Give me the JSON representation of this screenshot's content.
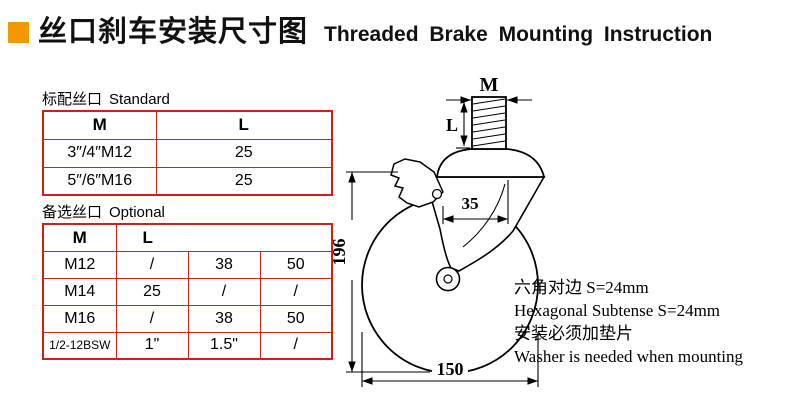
{
  "colors": {
    "accent": "#f39800",
    "table_border": "#cc2115"
  },
  "header": {
    "title_cn": "丝口刹车安装尺寸图",
    "title_en": "Threaded Brake Mounting Instruction"
  },
  "standard": {
    "label_cn": "标配丝口",
    "label_en": "Standard",
    "col_m": "M",
    "col_l": "L",
    "rows": [
      {
        "m": "3″/4″M12",
        "l": "25"
      },
      {
        "m": "5″/6″M16",
        "l": "25"
      }
    ]
  },
  "optional": {
    "label_cn": "备选丝口",
    "label_en": "Optional",
    "col_m": "M",
    "col_l": "L",
    "rows": [
      {
        "m": "M12",
        "l1": "/",
        "l2": "38",
        "l3": "50"
      },
      {
        "m": "M14",
        "l1": "25",
        "l2": "/",
        "l3": "/"
      },
      {
        "m": "M16",
        "l1": "/",
        "l2": "38",
        "l3": "50"
      },
      {
        "m": "1/2-12BSW",
        "l1": "1\"",
        "l2": "1.5\"",
        "l3": "/"
      }
    ]
  },
  "drawing": {
    "dim_thread": "M",
    "dim_stem_length": "L",
    "dim_offset": "35",
    "dim_height": "196",
    "dim_wheel_diameter": "150"
  },
  "notes": {
    "lines": [
      "六角对边 S=24mm",
      "Hexagonal Subtense S=24mm",
      "安装必须加垫片",
      "Washer is needed when mounting"
    ]
  }
}
